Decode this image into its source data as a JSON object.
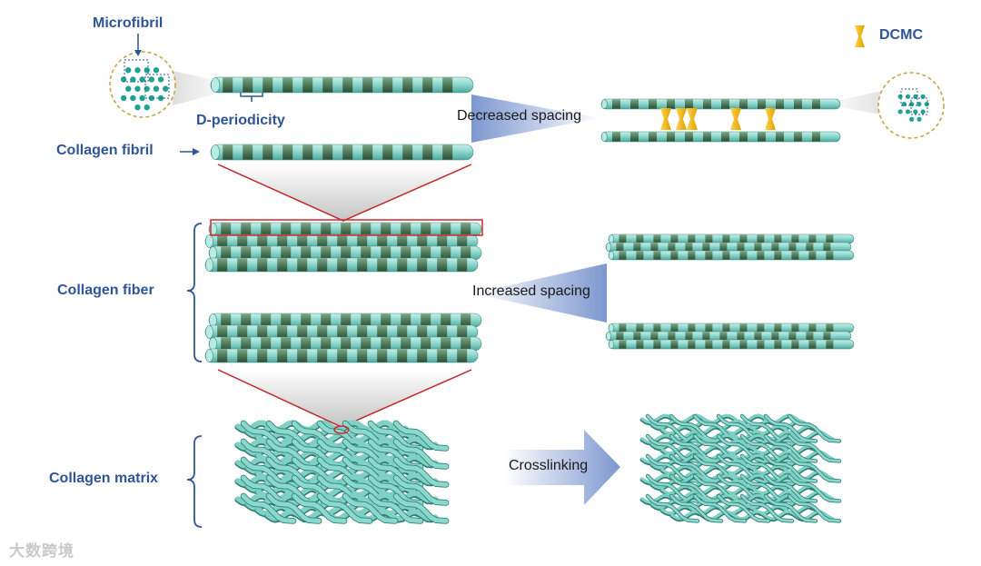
{
  "labels": {
    "microfibril": "Microfibril",
    "dcmc": "DCMC",
    "d_periodicity": "D-periodicity",
    "collagen_fibril": "Collagen fibril",
    "collagen_fiber": "Collagen fiber",
    "collagen_matrix": "Collagen matrix",
    "decreased_spacing": "Decreased spacing",
    "increased_spacing": "Increased spacing",
    "crosslinking": "Crosslinking"
  },
  "watermark": "大数跨境",
  "colors": {
    "label_blue": "#2f5597",
    "fibril_light": "#8fd8cf",
    "fibril_band": "#4f7a5a",
    "dcmc_yellow": "#f5b800",
    "highlight_red": "#d0262b",
    "arrow_blue": "#8aa4d6"
  }
}
